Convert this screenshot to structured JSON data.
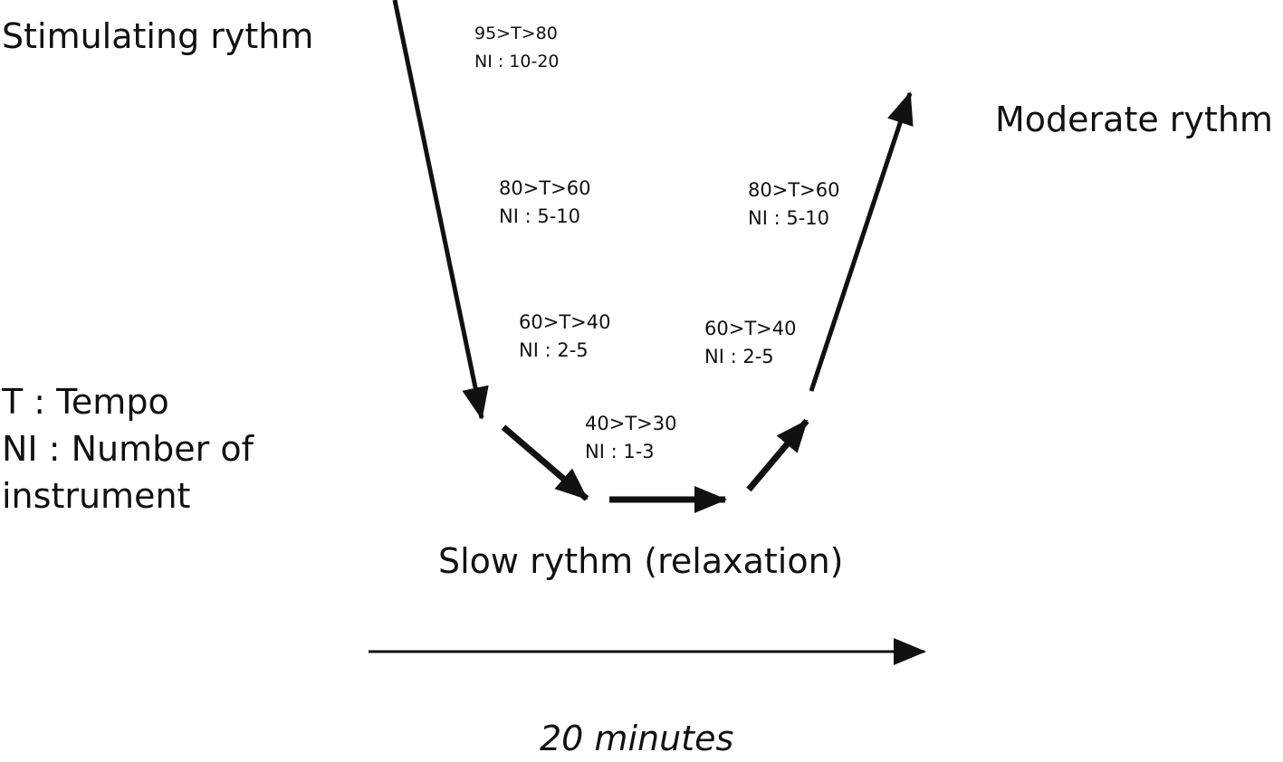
{
  "labels": {
    "stimulating": "Stimulating rythm",
    "moderate": "Moderate rythm",
    "slow": "Slow rythm (relaxation)",
    "duration": "20 minutes"
  },
  "legend": {
    "tempo": "T : Tempo",
    "instruments_line1": "NI : Number of",
    "instruments_line2": "instrument"
  },
  "phases": [
    {
      "tempo": "95>T>80",
      "instruments": "NI : 10-20"
    },
    {
      "tempo": "80>T>60",
      "instruments": "NI : 5-10"
    },
    {
      "tempo": "60>T>40",
      "instruments": "NI : 2-5"
    },
    {
      "tempo": "40>T>30",
      "instruments": "NI : 1-3"
    },
    {
      "tempo": "60>T>40",
      "instruments": "NI : 2-5"
    },
    {
      "tempo": "80>T>60",
      "instruments": "NI : 5-10"
    }
  ],
  "colors": {
    "ink": "#111111",
    "background": "#ffffff"
  }
}
